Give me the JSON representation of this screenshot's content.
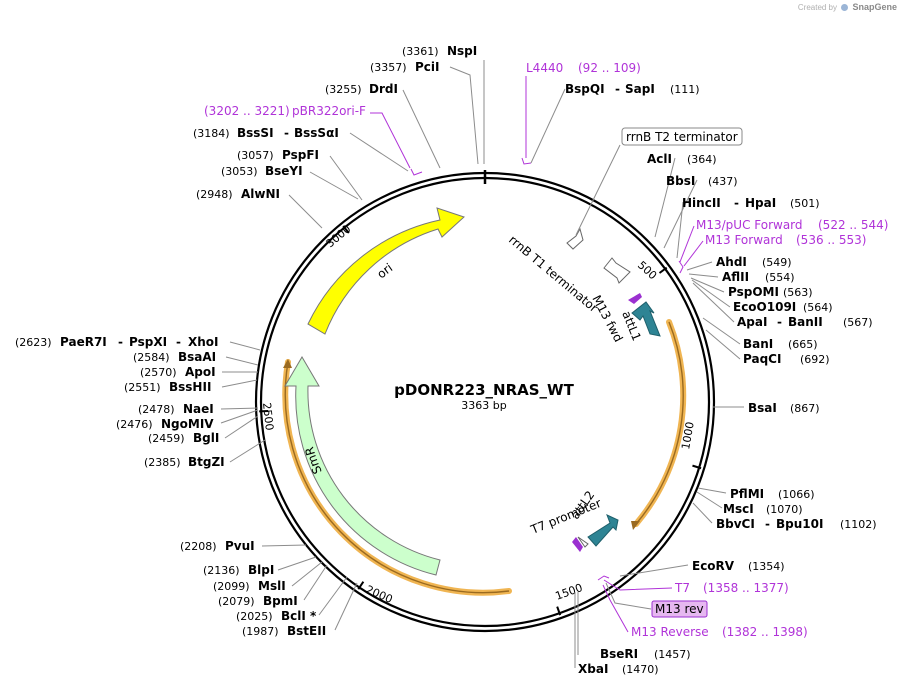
{
  "app": {
    "brand": "SnapGene",
    "created_by": "Created by"
  },
  "plasmid": {
    "name": "pDONR223_NRAS_WT",
    "length_label": "3363 bp",
    "length": 3363
  },
  "ticks": [
    {
      "bp": 500,
      "label": "500"
    },
    {
      "bp": 1000,
      "label": "1000"
    },
    {
      "bp": 1500,
      "label": "1500"
    },
    {
      "bp": 2000,
      "label": "2000"
    },
    {
      "bp": 2500,
      "label": "2500"
    },
    {
      "bp": 3000,
      "label": "3000"
    }
  ],
  "site_labels": [
    {
      "name": "NspI",
      "pos": "(3361)"
    },
    {
      "name": "PciI",
      "pos": "(3357)"
    },
    {
      "name": "DrdI",
      "pos": "(3255)"
    },
    {
      "name": "BssSI",
      "name2": "BssSαI",
      "pos": "(3184)"
    },
    {
      "name": "PspFI",
      "pos": "(3057)"
    },
    {
      "name": "BseYI",
      "pos": "(3053)"
    },
    {
      "name": "AlwNI",
      "pos": "(2948)"
    },
    {
      "name": "PaeR7I",
      "name2": "PspXI",
      "name3": "XhoI",
      "pos": "(2623)"
    },
    {
      "name": "BsaAI",
      "pos": "(2584)"
    },
    {
      "name": "ApoI",
      "pos": "(2570)"
    },
    {
      "name": "BssHII",
      "pos": "(2551)"
    },
    {
      "name": "NaeI",
      "pos": "(2478)"
    },
    {
      "name": "NgoMIV",
      "pos": "(2476)"
    },
    {
      "name": "BglI",
      "pos": "(2459)"
    },
    {
      "name": "BtgZI",
      "pos": "(2385)"
    },
    {
      "name": "PvuI",
      "pos": "(2208)"
    },
    {
      "name": "BlpI",
      "pos": "(2136)"
    },
    {
      "name": "MslI",
      "pos": "(2099)"
    },
    {
      "name": "BpmI",
      "pos": "(2079)"
    },
    {
      "name": "BclI *",
      "pos": "(2025)"
    },
    {
      "name": "BstEII",
      "pos": "(1987)"
    },
    {
      "name": "BspQI",
      "name2": "SapI",
      "pos": "(111)"
    },
    {
      "name": "AclI",
      "pos": "(364)"
    },
    {
      "name": "BbsI",
      "pos": "(437)"
    },
    {
      "name": "HincII",
      "name2": "HpaI",
      "pos": "(501)"
    },
    {
      "name": "AhdI",
      "pos": "(549)"
    },
    {
      "name": "AflII",
      "pos": "(554)"
    },
    {
      "name": "PspOMI",
      "pos": "(563)"
    },
    {
      "name": "EcoO109I",
      "pos": "(564)"
    },
    {
      "name": "ApaI",
      "name2": "BanII",
      "pos": "(567)"
    },
    {
      "name": "BanI",
      "pos": "(665)"
    },
    {
      "name": "PaqCI",
      "pos": "(692)"
    },
    {
      "name": "BsaI",
      "pos": "(867)"
    },
    {
      "name": "PflMI",
      "pos": "(1066)"
    },
    {
      "name": "MscI",
      "pos": "(1070)"
    },
    {
      "name": "BbvCI",
      "name2": "Bpu10I",
      "pos": "(1102)"
    },
    {
      "name": "EcoRV",
      "pos": "(1354)"
    },
    {
      "name": "BseRI",
      "pos": "(1457)"
    },
    {
      "name": "XbaI",
      "pos": "(1470)"
    }
  ],
  "primer_labels": [
    {
      "name": "L4440",
      "range": "(92 .. 109)"
    },
    {
      "name": "pBR322ori-F",
      "range": "(3202 .. 3221)"
    },
    {
      "name": "M13/pUC Forward",
      "range": "(522 .. 544)"
    },
    {
      "name": "M13 Forward",
      "range": "(536 .. 553)"
    },
    {
      "name": "T7",
      "range": "(1358 .. 1377)"
    },
    {
      "name": "M13 rev",
      "range": ""
    },
    {
      "name": "M13 Reverse",
      "range": "(1382 .. 1398)"
    }
  ],
  "features": {
    "ori": "ori",
    "smr": "SmR",
    "rrnb_t2": "rrnB T2 terminator",
    "rrnb_t1": "rrnB T1 terminator",
    "m13_fwd": "M13 fwd",
    "attl1": "attL1",
    "attl2": "attL2",
    "t7_promoter": "T7 promoter"
  },
  "colors": {
    "ori": "#ffff00",
    "smr": "#ccffcc",
    "att": "#2e8494",
    "primer": "#b033d8",
    "orf": "#f0b552",
    "leader": "#8c8c8c",
    "highlight_fill": "#e6b8f0"
  }
}
